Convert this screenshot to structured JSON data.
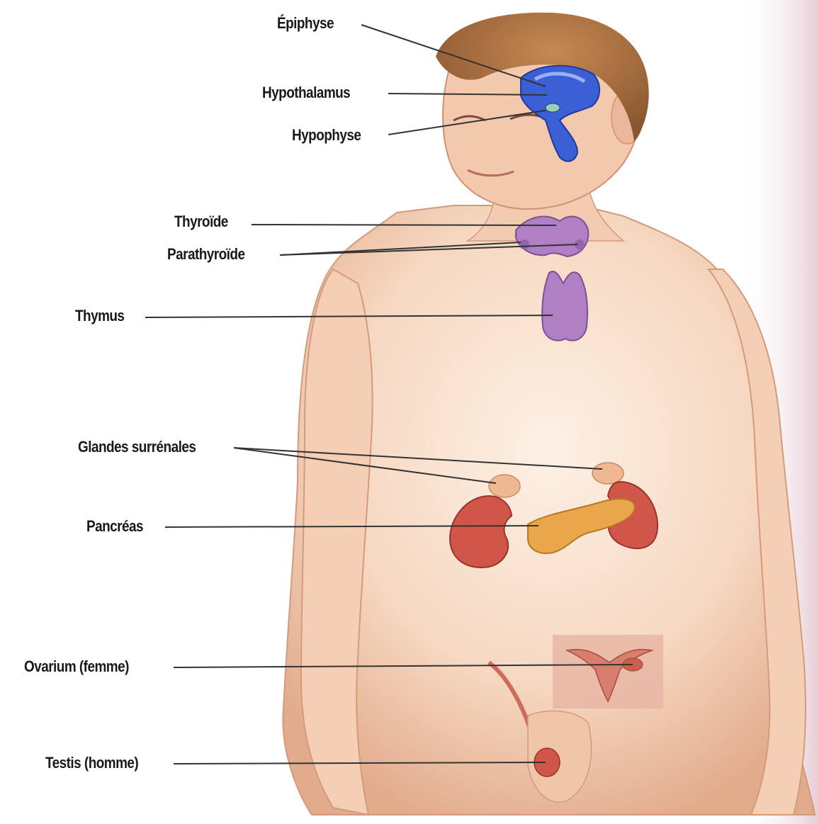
{
  "labels": {
    "epiphyse": "Épiphyse",
    "hypothalamus": "Hypothalamus",
    "hypophyse": "Hypophyse",
    "thyroide": "Thyroïde",
    "parathyroide": "Parathyroïde",
    "thymus": "Thymus",
    "surrenales": "Glandes surrénales",
    "pancreas": "Pancréas",
    "ovarium": "Ovarium (femme)",
    "testis": "Testis (homme)"
  },
  "colors": {
    "skin": "#f6d7c0",
    "skin_shadow": "#e2ab8c",
    "hair": "#a86f3f",
    "brain": "#3b5fd4",
    "thyroid_thymus": "#b07fc4",
    "kidney": "#d0564a",
    "adrenal": "#f0b793",
    "pancreas": "#e9a64a",
    "uterus": "#e0a090",
    "pointer_line": "#333333",
    "label_text": "#1a1a1a",
    "background_right": "#e8cfd8"
  }
}
